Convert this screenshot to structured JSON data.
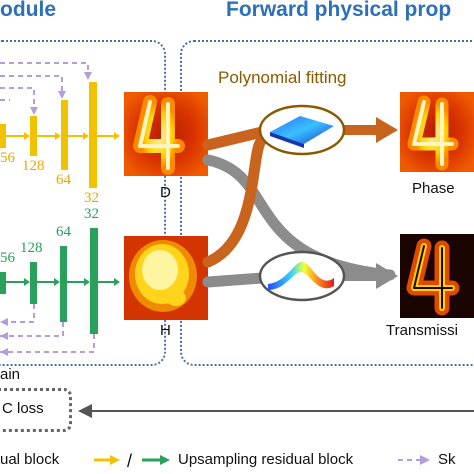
{
  "header": {
    "left_title": "odule",
    "right_title": "Forward physical prop"
  },
  "encoder_yellow": {
    "labels": [
      "56",
      "128",
      "64",
      "32"
    ]
  },
  "encoder_green": {
    "labels": [
      "56",
      "128",
      "64",
      "32"
    ]
  },
  "images": {
    "d_label": "D",
    "h_label": "H"
  },
  "physics": {
    "polynomial_label": "Polynomial fitting",
    "phase_label": "Phase",
    "transmission_label": "Transmissi"
  },
  "bottom": {
    "train_label": "ain",
    "loss_label": "C loss"
  },
  "legend": {
    "item1": "ual block",
    "separator": "/",
    "item2": "Upsampling residual block",
    "item3": "Sk"
  },
  "colors": {
    "blue_header": "#2e6fba",
    "yellow": "#f2c200",
    "green": "#2aa15a",
    "orange_arrow": "#c8641e",
    "gray_arrow": "#8c8c8c",
    "skip_purple": "#b39ddb",
    "polynomial_text": "#8a5a00"
  },
  "icons": {
    "phase_surface": "surface-plot-icon",
    "transmission_surface": "surface-plot-icon"
  }
}
